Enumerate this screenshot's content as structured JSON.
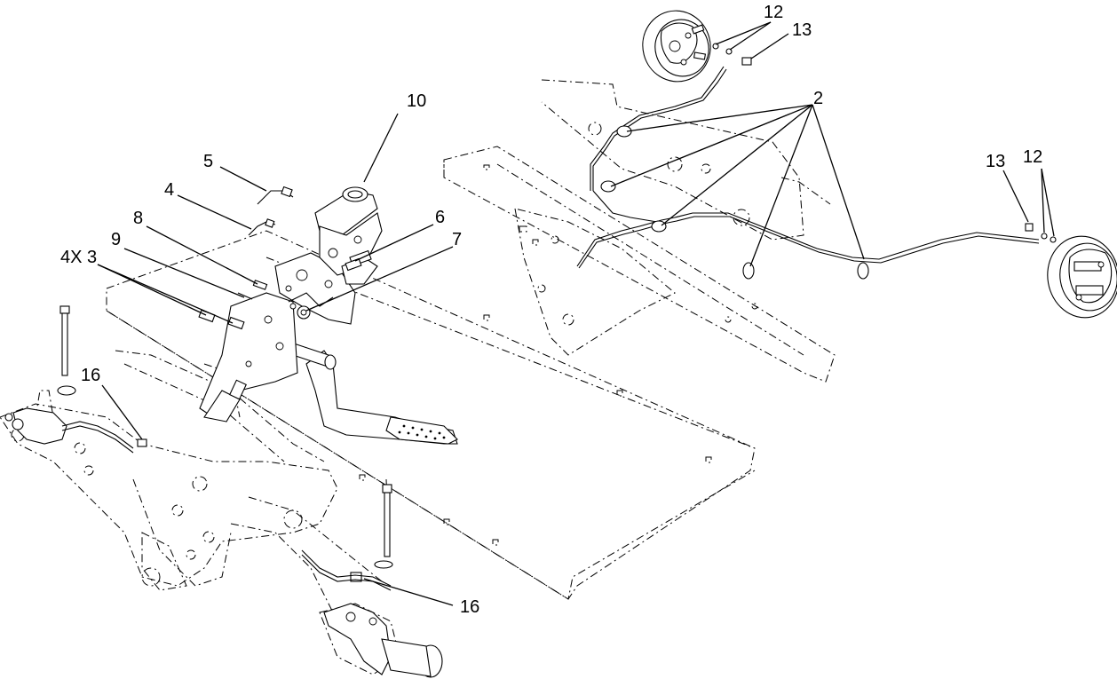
{
  "callouts": [
    {
      "id": "c10",
      "text": "10"
    },
    {
      "id": "c5",
      "text": "5"
    },
    {
      "id": "c4",
      "text": "4"
    },
    {
      "id": "c8",
      "text": "8"
    },
    {
      "id": "c9",
      "text": "9"
    },
    {
      "id": "c4x3",
      "text": "4X 3"
    },
    {
      "id": "c6",
      "text": "6"
    },
    {
      "id": "c7",
      "text": "7"
    },
    {
      "id": "c16a",
      "text": "16"
    },
    {
      "id": "c16b",
      "text": "16"
    },
    {
      "id": "c12a",
      "text": "12"
    },
    {
      "id": "c13a",
      "text": "13"
    },
    {
      "id": "c2",
      "text": "2"
    },
    {
      "id": "c13b",
      "text": "13"
    },
    {
      "id": "c12b",
      "text": "12"
    }
  ]
}
